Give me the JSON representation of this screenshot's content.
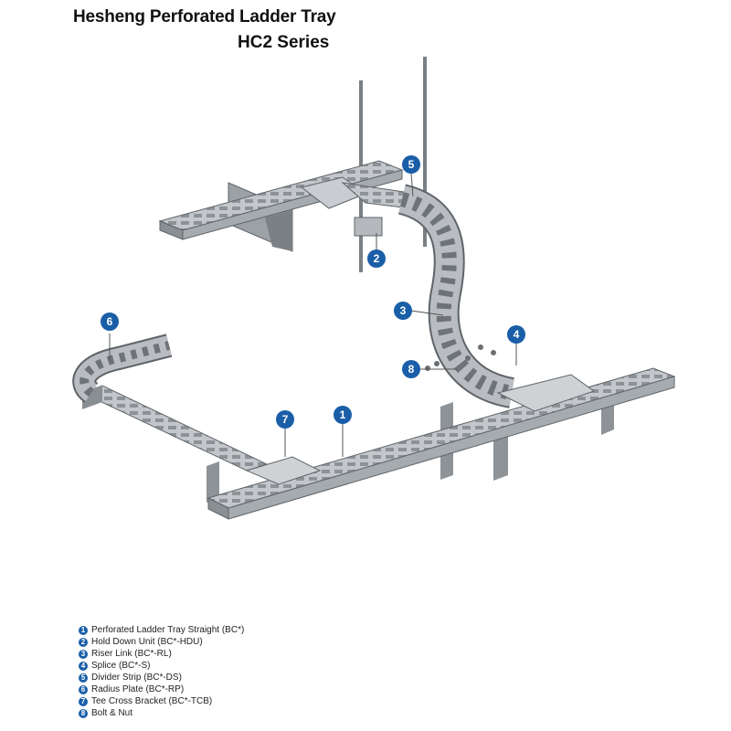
{
  "title": "Hesheng Perforated Ladder Tray",
  "subtitle": "HC2 Series",
  "callouts": [
    "1",
    "2",
    "3",
    "4",
    "5",
    "6",
    "7",
    "8"
  ],
  "legend": [
    {
      "num": "1",
      "text": "Perforated Ladder Tray Straight (BC*)"
    },
    {
      "num": "2",
      "text": "Hold Down Unit (BC*-HDU)"
    },
    {
      "num": "3",
      "text": "Riser Link (BC*-RL)"
    },
    {
      "num": "4",
      "text": "Splice (BC*-S)"
    },
    {
      "num": "5",
      "text": "Divider Strip (BC*-DS)"
    },
    {
      "num": "6",
      "text": "Radius Plate (BC*-RP)"
    },
    {
      "num": "7",
      "text": "Tee Cross Bracket (BC*-TCB)"
    },
    {
      "num": "8",
      "text": "Bolt & Nut"
    }
  ],
  "colors": {
    "callout": "#1a5ea8",
    "tray_fill": "#b8bcc0",
    "tray_dark": "#6e7378",
    "tray_light": "#dcdfe2"
  }
}
